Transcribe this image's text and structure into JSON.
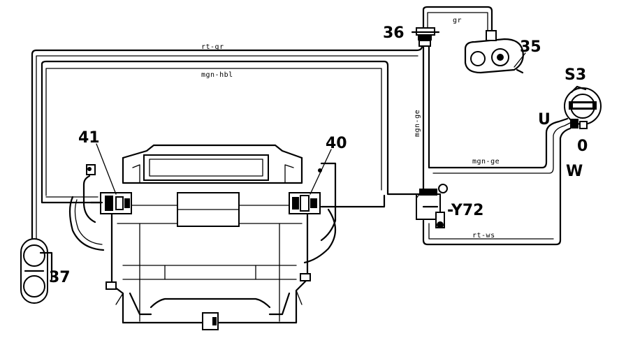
{
  "components": {
    "c35": "35",
    "c36": "36",
    "c37": "37",
    "c40": "40",
    "c41": "41",
    "s3": "S3",
    "y72": "-Y72",
    "sw_u": "U",
    "sw_0": "0",
    "sw_w": "W"
  },
  "wires": {
    "rt_gr": "rt-gr",
    "mgn_hbl": "mgn-hbl",
    "mgn_ge_vertical": "mgn-ge",
    "mgn_ge_horizontal": "mgn-ge",
    "gr": "gr",
    "rt_ws": "rt-ws"
  }
}
